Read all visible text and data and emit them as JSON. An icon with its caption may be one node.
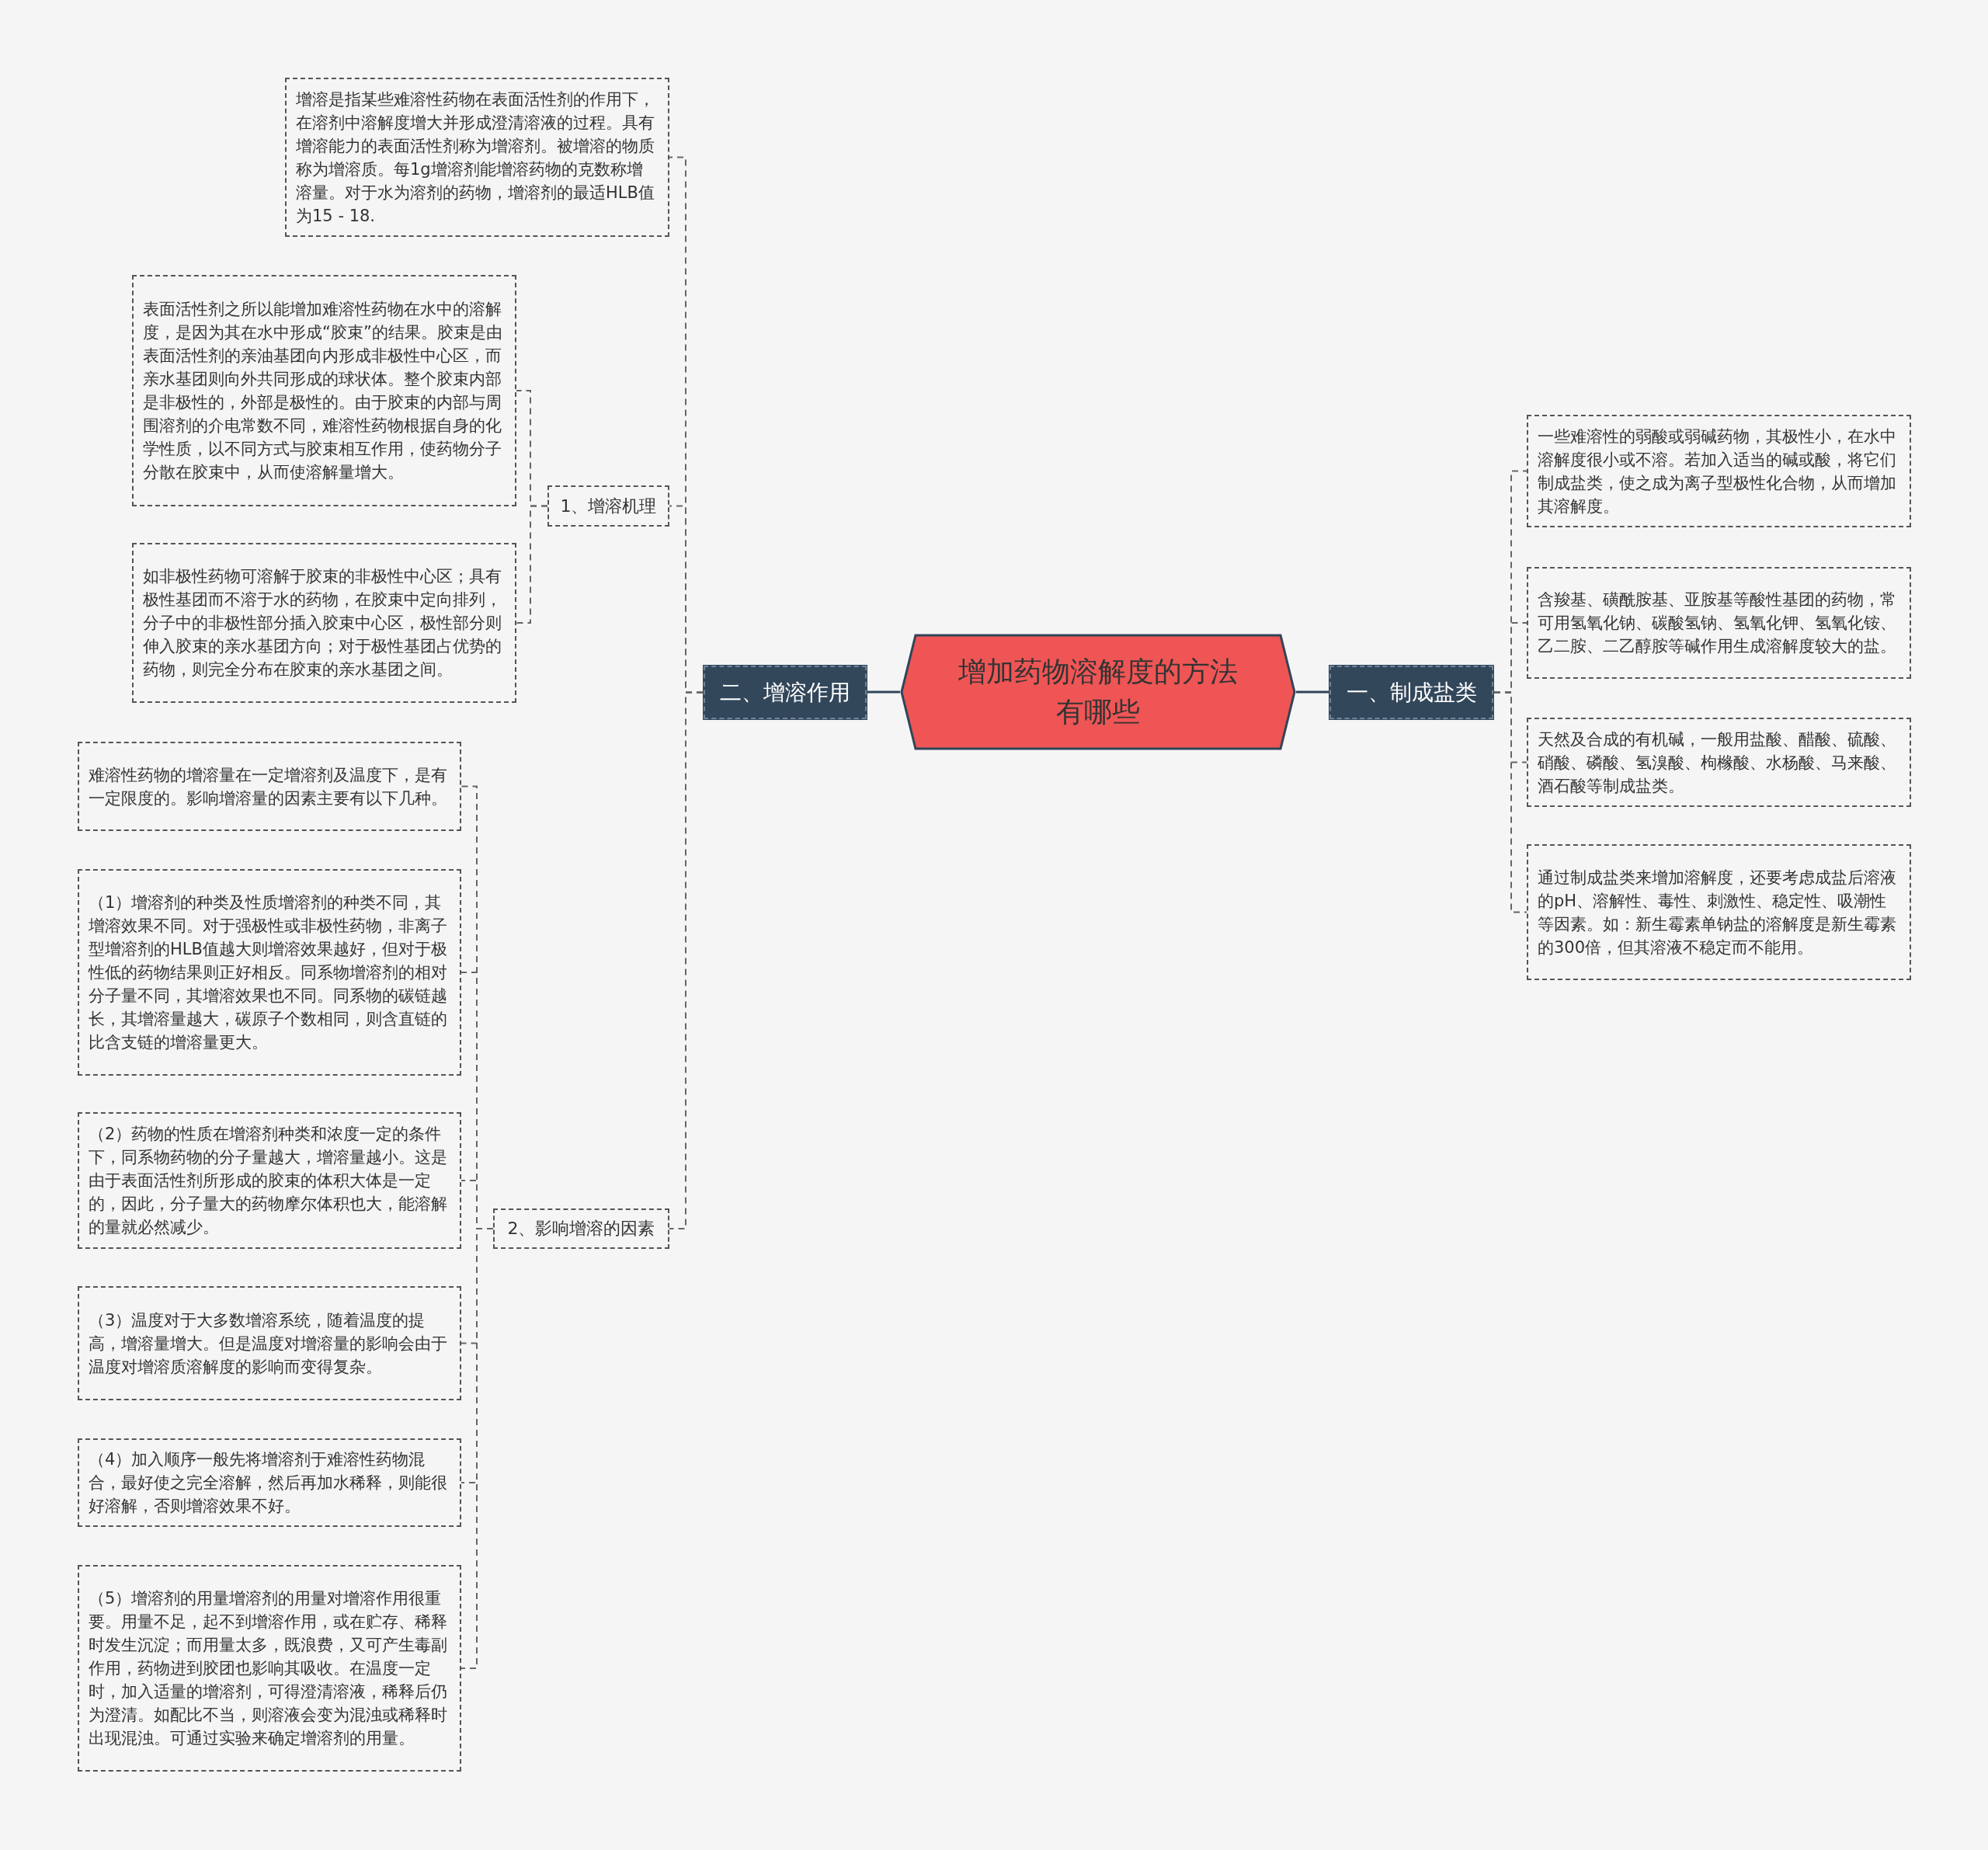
{
  "diagram": {
    "nodes": [
      {
        "text": [
          "增加药物溶解度的方法有哪些"
        ]
      },
      {
        "text": [
          "二、增溶作用"
        ]
      },
      {
        "text": [
          "增溶是指某些难溶性药物在表面活性剂的作用下，在溶剂中溶解度增大并形成澄清溶液的过程。具有增溶能力的表面活性剂称为增溶剂。被增溶的物质称为增溶质。每1g增溶剂能增溶药物的克数称增溶量。对于水为溶剂的药物，增溶剂的最适HLB值为15 - 18."
        ]
      },
      {
        "text": [
          "1、增溶机理"
        ]
      },
      {
        "text": [
          "表面活性剂之所以能增加难溶性药物在水中的溶解度，是因为其在水中形成“胶束”的结果。胶束是由表面活性剂的亲油基团向内形成非极性中心区，而亲水基团则向外共同形成的球状体。整个胶束内部是非极性的，外部是极性的。由于胶束的内部与周围溶剂的介电常数不同，难溶性药物根据自身的化学性质，以不同方式与胶束相互作用，使药物分子分散在胶束中，从而使溶解量增大。"
        ]
      },
      {
        "text": [
          "如非极性药物可溶解于胶束的非极性中心区；具有极性基团而不溶于水的药物，在胶束中定向排列，分子中的非极性部分插入胶束中心区，极性部分则伸入胶束的亲水基团方向；对于极性基团占优势的药物，则完全分布在胶束的亲水基团之间。"
        ]
      },
      {
        "text": [
          "2、影响增溶的因素"
        ]
      },
      {
        "text": [
          "难溶性药物的增溶量在一定增溶剂及温度下，是有一定限度的。影响增溶量的因素主要有以下几种。"
        ]
      },
      {
        "text": [
          "（1）增溶剂的种类及性质增溶剂的种类不同，其增溶效果不同。对于强极性或非极性药物，非离子型增溶剂的HLB值越大则增溶效果越好，但对于极性低的药物结果则正好相反。同系物增溶剂的相对分子量不同，其增溶效果也不同。同系物的碳链越长，其增溶量越大，碳原子个数相同，则含直链的比含支链的增溶量更大。"
        ]
      },
      {
        "text": [
          "（2）药物的性质在增溶剂种类和浓度一定的条件下，同系物药物的分子量越大，增溶量越小。这是由于表面活性剂所形成的胶束的体积大体是一定的，因此，分子量大的药物摩尔体积也大，能溶解的量就必然减少。"
        ]
      },
      {
        "text": [
          "（3）温度对于大多数增溶系统，随着温度的提高，增溶量增大。但是温度对增溶量的影响会由于温度对增溶质溶解度的影响而变得复杂。"
        ]
      },
      {
        "text": [
          "（4）加入顺序一般先将增溶剂于难溶性药物混合，最好使之完全溶解，然后再加水稀释，则能很好溶解，否则增溶效果不好。"
        ]
      },
      {
        "text": [
          "（5）增溶剂的用量增溶剂的用量对增溶作用很重要。用量不足，起不到增溶作用，或在贮存、稀释时发生沉淀；而用量太多，既浪费，又可产生毒副作用，药物进到胶团也影响其吸收。在温度一定时，加入适量的增溶剂，可得澄清溶液，稀释后仍为澄清。如配比不当，则溶液会变为混浊或稀释时出现混浊。可通过实验来确定增溶剂的用量。"
        ]
      },
      {
        "text": [
          "一、制成盐类"
        ]
      },
      {
        "text": [
          "一些难溶性的弱酸或弱碱药物，其极性小，在水中溶解度很小或不溶。若加入适当的碱或酸，将它们制成盐类，使之成为离子型极性化合物，从而增加其溶解度。"
        ]
      },
      {
        "text": [
          "含羧基、磺酰胺基、亚胺基等酸性基团的药物，常可用氢氧化钠、碳酸氢钠、氢氧化钾、氢氧化铵、乙二胺、二乙醇胺等碱作用生成溶解度较大的盐。"
        ]
      },
      {
        "text": [
          "天然及合成的有机碱，一般用盐酸、醋酸、硫酸、硝酸、磷酸、氢溴酸、枸橼酸、水杨酸、马来酸、酒石酸等制成盐类。"
        ]
      },
      {
        "text": [
          "通过制成盐类来增加溶解度，还要考虑成盐后溶液的pH、溶解性、毒性、刺激性、稳定性、吸潮性等因素。如：新生霉素单钠盐的溶解度是新生霉素的300倍，但其溶液不稳定而不能用。"
        ]
      }
    ],
    "edges": [
      {
        "from": 0,
        "to": 1,
        "arrow": "none",
        "color": "#2f4558"
      },
      {
        "from": 1,
        "to": 2,
        "arrow": "none",
        "style": "dashed"
      },
      {
        "from": 1,
        "to": 3,
        "arrow": "none",
        "style": "dashed"
      },
      {
        "from": 3,
        "to": 4,
        "arrow": "none",
        "style": "dashed"
      },
      {
        "from": 3,
        "to": 5,
        "arrow": "none",
        "style": "dashed"
      },
      {
        "from": 1,
        "to": 6,
        "arrow": "none",
        "style": "dashed"
      },
      {
        "from": 6,
        "to": 7,
        "arrow": "none",
        "style": "dashed"
      },
      {
        "from": 6,
        "to": 8,
        "arrow": "none",
        "style": "dashed"
      },
      {
        "from": 6,
        "to": 9,
        "arrow": "none",
        "style": "dashed"
      },
      {
        "from": 6,
        "to": 10,
        "arrow": "none",
        "style": "dashed"
      },
      {
        "from": 6,
        "to": 11,
        "arrow": "none",
        "style": "dashed"
      },
      {
        "from": 6,
        "to": 12,
        "arrow": "none",
        "style": "dashed"
      },
      {
        "from": 0,
        "to": 13,
        "arrow": "none",
        "color": "#2f4558"
      },
      {
        "from": 13,
        "to": 14,
        "arrow": "none",
        "style": "dashed"
      },
      {
        "from": 13,
        "to": 15,
        "arrow": "none",
        "style": "dashed"
      },
      {
        "from": 13,
        "to": 16,
        "arrow": "none",
        "style": "dashed"
      },
      {
        "from": 13,
        "to": 17,
        "arrow": "none",
        "style": "dashed"
      }
    ]
  }
}
